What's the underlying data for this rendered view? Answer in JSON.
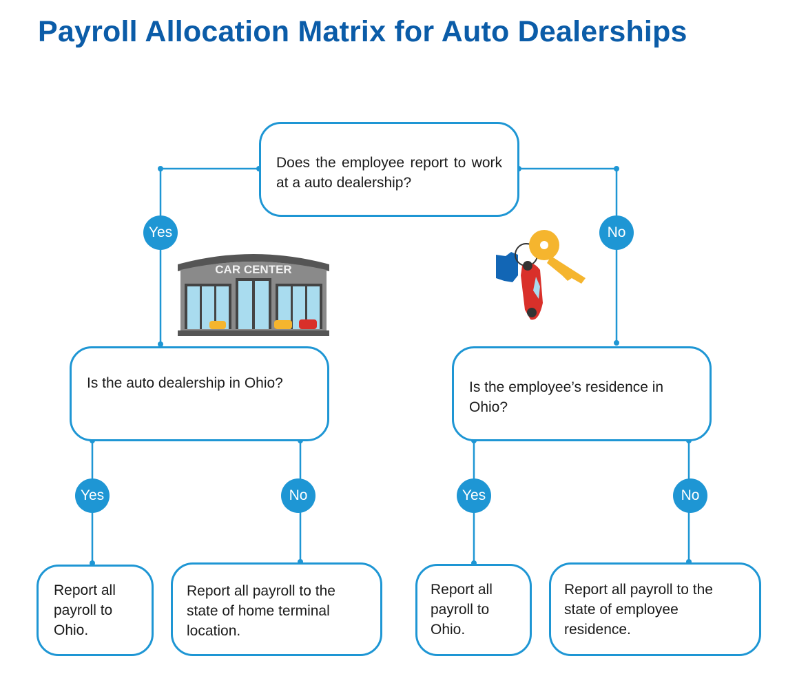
{
  "title": "Payroll Allocation Matrix for Auto Dealerships",
  "question_1": "Does the employee report to work at a auto dealership?",
  "question_2_yes": "Is the auto dealership in Ohio?",
  "question_2_no": "Is the employee’s residence in Ohio?",
  "labels": {
    "yes": "Yes",
    "no": "No"
  },
  "outcomes": [
    "Report all payroll to Ohio.",
    "Report all payroll to the state of home terminal location.",
    "Report all payroll to Ohio.",
    "Report all payroll to the state of employee residence."
  ],
  "illustrations": {
    "car_center_sign": "CAR CENTER"
  },
  "colors": {
    "accent": "#1e96d4",
    "title": "#0b5ca8"
  }
}
